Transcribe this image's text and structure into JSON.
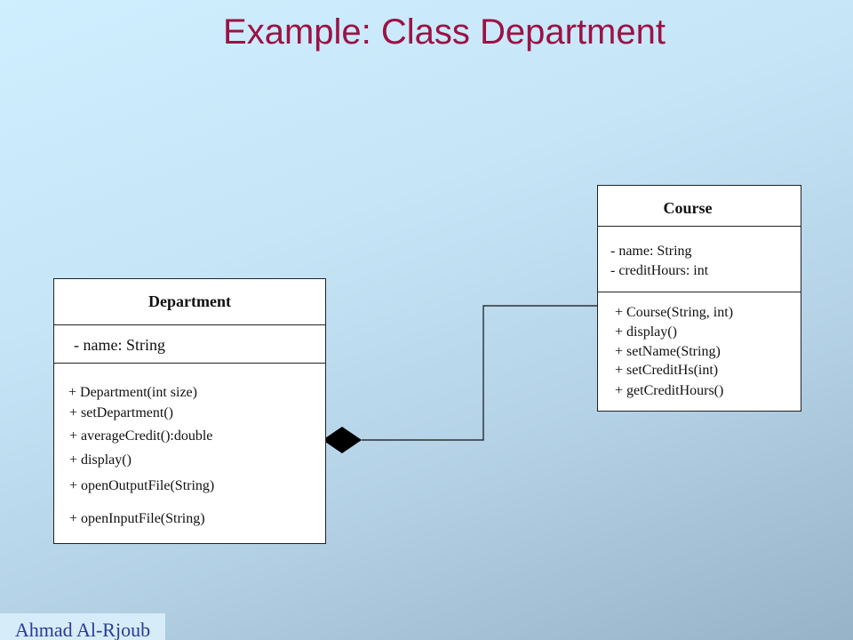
{
  "title": "Example: Class Department",
  "department": {
    "name": "Department",
    "attributes": [
      "- name: String"
    ],
    "methods": [
      "+ Department(int size)",
      "+ setDepartment()",
      "+ averageCredit():double",
      "+ display()",
      "+ openOutputFile(String)",
      "+ openInputFile(String)"
    ]
  },
  "course": {
    "name": "Course",
    "attributes": [
      "- name: String",
      "- creditHours: int"
    ],
    "methods": [
      "+ Course(String, int)",
      "+ display()",
      "+ setName(String)",
      "+ setCreditHs(int)",
      "+ getCreditHours()"
    ]
  },
  "footer": {
    "author": "Ahmad Al-Rjoub"
  }
}
